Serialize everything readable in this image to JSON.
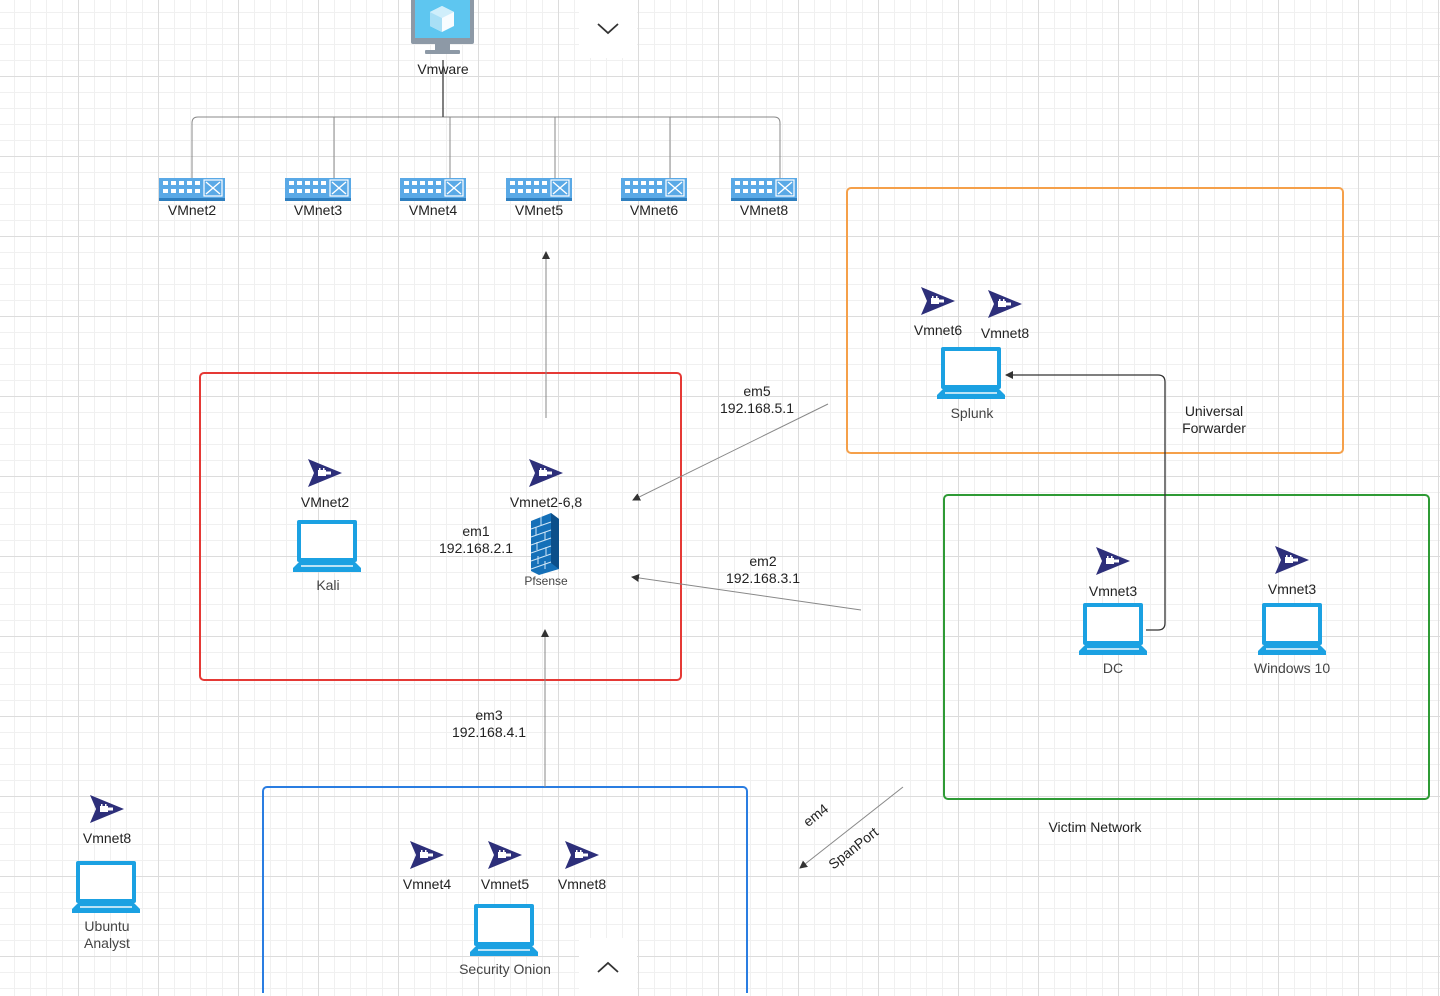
{
  "diagram": {
    "hypervisor": {
      "label": "Vmware",
      "icon": "vmware-monitor-icon"
    },
    "switches": [
      {
        "label": "VMnet2"
      },
      {
        "label": "VMnet3"
      },
      {
        "label": "VMnet4"
      },
      {
        "label": "VMnet5"
      },
      {
        "label": "VMnet6"
      },
      {
        "label": "VMnet8"
      }
    ],
    "zones": {
      "pfsense_zone": {
        "color": "#e53935"
      },
      "splunk_zone": {
        "color": "#f5a04a"
      },
      "victim_zone": {
        "color": "#2e9a35",
        "label": "Victim Network"
      },
      "security_onion_zone": {
        "color": "#2a7de1"
      }
    },
    "nodes": {
      "kali": {
        "network": "VMnet2",
        "label": "Kali"
      },
      "pfsense": {
        "network": "Vmnet2-6,8",
        "label": "Pfsense",
        "interface": "em1\n192.168.2.1"
      },
      "splunk": {
        "networks": [
          "Vmnet6",
          "Vmnet8"
        ],
        "label": "Splunk"
      },
      "dc": {
        "network": "Vmnet3",
        "label": "DC"
      },
      "windows10": {
        "network": "Vmnet3",
        "label": "Windows 10"
      },
      "security_onion": {
        "networks": [
          "Vmnet4",
          "Vmnet5",
          "Vmnet8"
        ],
        "label": "Security Onion"
      },
      "ubuntu": {
        "network": "Vmnet8",
        "label": "Ubuntu\nAnalyst"
      }
    },
    "links": {
      "em5": "em5\n192.168.5.1",
      "em2": "em2\n192.168.3.1",
      "em3": "em3\n192.168.4.1",
      "em4": "em4",
      "spanport": "SpanPort",
      "forwarder": "Universal\nForwarder"
    },
    "colors": {
      "tag": "#2d2f7a",
      "laptop": "#1ba1e2",
      "switch": "#5aa9e6",
      "firewall": "#1570b8",
      "line": "#888888"
    }
  }
}
